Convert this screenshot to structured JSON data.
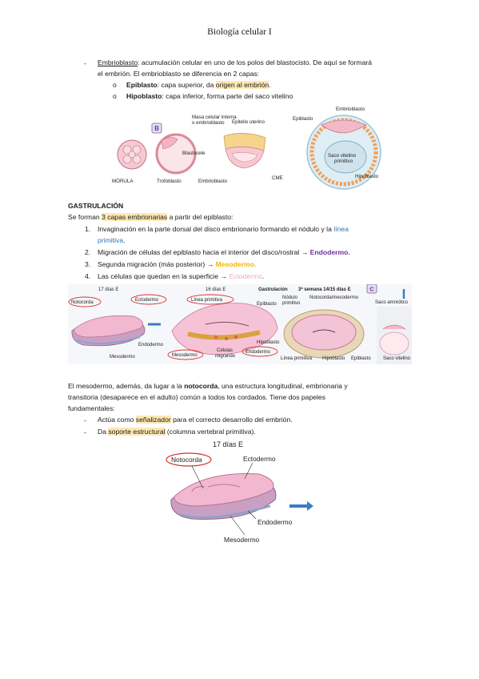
{
  "header": {
    "title": "Biología celular I"
  },
  "section1": {
    "bullet_symbol": "-",
    "embrioblasto_term": "Embrioblasto",
    "embrioblasto_def": ": acumulación celular en uno de los polos del blastocisto. De aquí se formará",
    "embrioblasto_line2": "el embrión. El embrioblasto se diferencia en 2 capas:",
    "sub_bullet": "o",
    "epiblasto_term": "Epiblasto",
    "epiblasto_text": ": capa superior, da ",
    "epiblasto_highlight": "origen al embrión",
    "epiblasto_end": ".",
    "hipoblasto_term": "Hipoblasto",
    "hipoblasto_text": ": capa inferior, forma parte del saco vitelino"
  },
  "figure1": {
    "labels": {
      "masa": "Masa celular interna",
      "masa2": "o embrioblasto",
      "b_badge": "B",
      "blastocele": "Blastocele",
      "morula": "MÓRULA",
      "trofoblasto": "Trofoblasto",
      "embrioblasto_bottom": "Embrioblasto",
      "epitelio": "Epitelio uterino",
      "embrioblasto_top": "Embrioblasto",
      "epiblasto": "Epiblasto",
      "saco1": "Saco vitelino",
      "saco2": "primitivo",
      "cme": "CME",
      "hipoblasto": "Hipoblasto"
    }
  },
  "gastrulacion": {
    "title": "GASTRULACIÓN",
    "intro_pre": "Se forman ",
    "intro_hl": "3 capas embrionarias",
    "intro_post": " a partir del epiblasto:",
    "items": [
      {
        "num": "1.",
        "line1_pre": "Invaginación en la parte dorsal del disco embrionario formando el nódulo y la ",
        "line1_blue": "línea",
        "line2_blue": "primitiva",
        "line2_post": "."
      },
      {
        "num": "2.",
        "pre": "Migración de células del epiblasto hacia el interior del disco/rostral → ",
        "colored": "Endodermo",
        "post": "."
      },
      {
        "num": "3.",
        "pre": "Segunda migración (más posterior) → ",
        "colored": "Mesodermo",
        "post": "."
      },
      {
        "num": "4.",
        "pre": "Las células que quedan en la superficie → ",
        "colored": "Ectodermo",
        "post": "."
      }
    ]
  },
  "figure2": {
    "labels": {
      "dias17": "17 días E",
      "notocorda": "Notocorda",
      "ectodermo": "Ectodermo",
      "endodermo": "Endodermo",
      "mesodermo": "Mesodermo",
      "dias16": "16 días E",
      "linea": "Línea primitiva",
      "epiblasto": "Epiblasto",
      "hipoblasto": "Hipoblasto",
      "mesodermo2": "Mesodermo",
      "celulas1": "Células",
      "celulas2": "migrando",
      "endodermo2": "Endodermo",
      "gastrulacion": "Gastrulación",
      "semana": "3ª semana 14/15 días E",
      "c_badge": "C",
      "nodulo1": "Nódulo",
      "nodulo2": "primitivo",
      "notomeso": "Notocorda/mesodermo",
      "saco_amn": "Saco amniótico",
      "linea2": "Línea primitiva",
      "hipo2": "Hipoblasto",
      "epi2": "Epiblasto",
      "saco_vit": "Saco vitelino"
    }
  },
  "mesodermo_para": {
    "line1_pre": "El mesodermo, además, da lugar a la ",
    "line1_bold": "notocorda",
    "line1_post": ", una estructura longitudinal, embrionaria y",
    "line2": "transitoria (desaparece en el adulto) común a todos los cordados. Tiene dos papeles",
    "line3": "fundamentales:",
    "bullet_symbol": "-",
    "b1_pre": "Actúa como ",
    "b1_hl": "señalizador",
    "b1_post": " para el correcto desarrollo del embrión.",
    "b2_pre": "Da ",
    "b2_hl": "soporte estructural",
    "b2_post": " (columna vertebral primitiva)."
  },
  "figure3": {
    "labels": {
      "dias": "17 días E",
      "notocorda": "Notocorda",
      "ectodermo": "Ectodermo",
      "endodermo": "Endodermo",
      "mesodermo": "Mesodermo"
    }
  }
}
